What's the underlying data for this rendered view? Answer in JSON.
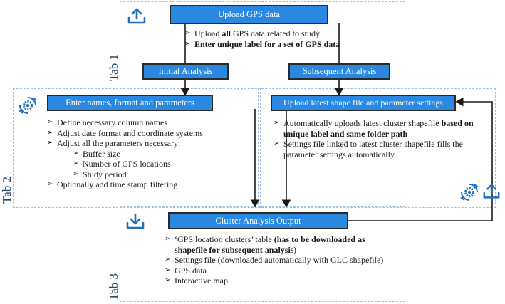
{
  "tabs": {
    "tab1": {
      "label": "Tab 1"
    },
    "tab2": {
      "label": "Tab 2"
    },
    "tab3": {
      "label": "Tab 3"
    }
  },
  "upload": {
    "title": "Upload GPS data",
    "bullet1_pre": "Upload ",
    "bullet1_bold": "all",
    "bullet1_post": " GPS data related to study",
    "bullet2_bold": "Enter unique label for a set of GPS data"
  },
  "initial_analysis": {
    "label": "Initial Analysis"
  },
  "subsequent_analysis": {
    "label": "Subsequent Analysis"
  },
  "enter_names": {
    "title": "Enter names, format and parameters",
    "items": [
      "Define necessary column names",
      "Adjust date format and coordinate systems",
      "Adjust all the parameters necessary:"
    ],
    "subitems": [
      "Buffer size",
      "Number of GPS locations",
      "Study period"
    ],
    "last": "Optionally add time stamp filtering"
  },
  "upload_latest": {
    "title": "Upload latest shape file and parameter settings",
    "b1_pre": "Automatically uploads latest cluster shapefile ",
    "b1_bold": "based on unique label and same folder path",
    "b2": "Settings file linked to latest cluster shapefile fills the parameter settings automatically"
  },
  "cluster_output": {
    "title": "Cluster Analysis Output",
    "b1_pre": "‘GPS location clusters’ table ",
    "b1_bold": "(has to be downloaded as shapefile for subsequent analysis)",
    "b2": "Settings file (downloaded automatically with GLC shapefile)",
    "b3": "GPS data",
    "b4": "Interactive map"
  },
  "icons": {
    "upload": "upload-icon",
    "settings": "settings-gear-icon",
    "download": "download-icon"
  },
  "colors": {
    "header_fill": "#2a88e0",
    "header_border": "#2a2a2a",
    "panel_border": "#9cc0e2",
    "icon_blue": "#1f6fbf"
  }
}
